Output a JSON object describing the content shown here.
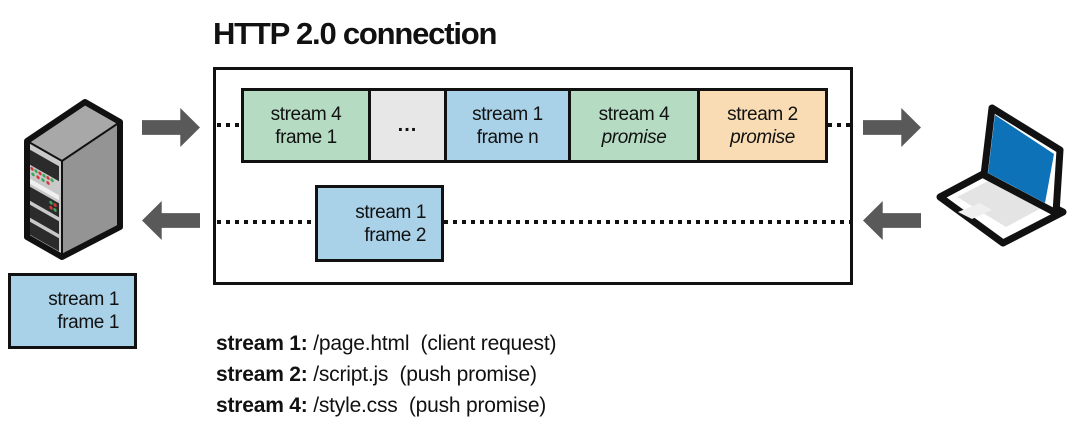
{
  "title": "HTTP 2.0 connection",
  "connection_frames": [
    {
      "line1": "stream 4",
      "line2": "frame 1",
      "kind": "data-frame",
      "color": "#b5dbc2"
    },
    {
      "line1": "...",
      "line2": "",
      "kind": "ellipsis",
      "color": "#e7e7e7"
    },
    {
      "line1": "stream 1",
      "line2": "frame n",
      "kind": "data-frame",
      "color": "#a9d1e8"
    },
    {
      "line1": "stream 4",
      "line2": "promise",
      "kind": "push-promise",
      "color": "#b5dbc2"
    },
    {
      "line1": "stream 2",
      "line2": "promise",
      "kind": "push-promise",
      "color": "#f9dcb4"
    }
  ],
  "response_frame": {
    "line1": "stream 1",
    "line2": "frame 2",
    "color": "#a9d1e8"
  },
  "pending_frame": {
    "line1": "stream 1",
    "line2": "frame 1",
    "color": "#a9d1e8"
  },
  "legend": [
    {
      "term": "stream 1:",
      "desc": " /page.html  (client request)"
    },
    {
      "term": "stream 2:",
      "desc": " /script.js  (push promise)"
    },
    {
      "term": "stream 4:",
      "desc": " /style.css  (push promise)"
    }
  ],
  "icons": {
    "left_endpoint": "server-icon",
    "right_endpoint": "laptop-icon",
    "request_direction": "arrow-right-icon",
    "response_direction": "arrow-left-icon"
  },
  "colors": {
    "frame_green": "#b5dbc2",
    "frame_blue": "#a9d1e8",
    "frame_orange": "#f9dcb4",
    "frame_gray": "#e7e7e7",
    "outline": "#111111",
    "arrow_gray": "#595959",
    "laptop_screen_blue": "#0e72b8"
  }
}
